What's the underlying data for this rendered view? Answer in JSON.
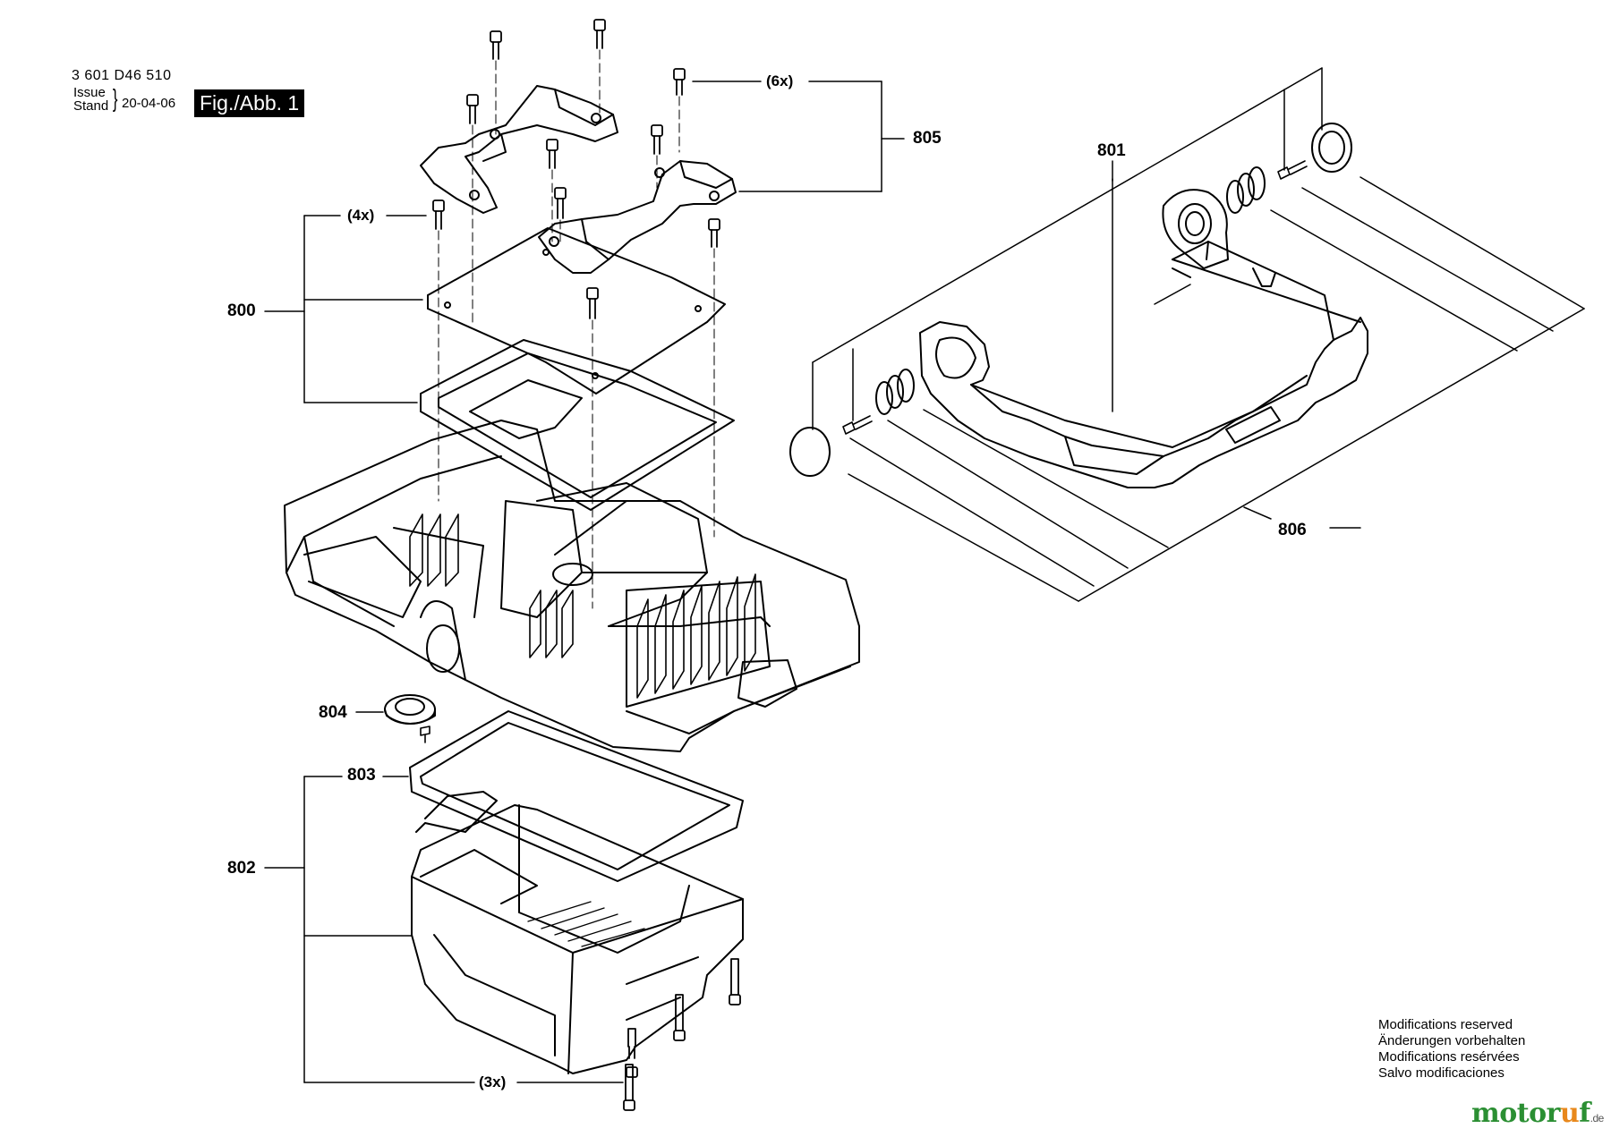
{
  "header": {
    "doc_number": "3 601 D46 510",
    "issue_label_1": "Issue",
    "issue_label_2": "Stand",
    "issue_date": "20-04-06",
    "figure_label": "Fig./Abb. 1"
  },
  "parts": {
    "p800": "800",
    "p801": "801",
    "p802": "802",
    "p803": "803",
    "p804": "804",
    "p805": "805",
    "p806": "806"
  },
  "quantities": {
    "q6": "(6x)",
    "q4": "(4x)",
    "q3": "(3x)"
  },
  "notice": {
    "line1": "Modifications reserved",
    "line2": "Änderungen vorbehalten",
    "line3": "Modifications resérvées",
    "line4": "Salvo modificaciones"
  },
  "watermark": {
    "brand_a": "moto",
    "brand_b": "r",
    "brand_c": "u",
    "brand_d": "f",
    "tld": ".de"
  },
  "colors": {
    "ink": "#000000",
    "figure_box": "#000000",
    "watermark_green": "#2b8f33",
    "watermark_orange": "#e8881c"
  }
}
